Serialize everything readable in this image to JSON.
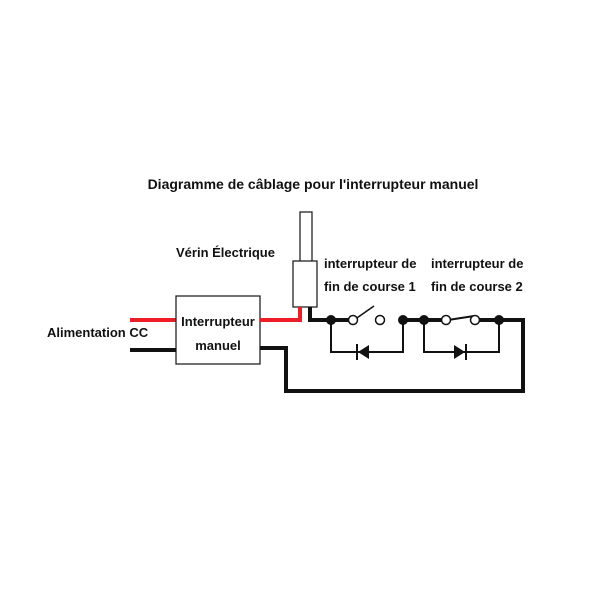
{
  "title": "Diagramme de câblage pour l'interrupteur manuel",
  "labels": {
    "actuator": "Vérin Électrique",
    "power": "Alimentation CC",
    "switch_line1": "Interrupteur",
    "switch_line2": "manuel",
    "limit1_line1": "interrupteur de",
    "limit1_line2": "fin de course 1",
    "limit2_line1": "interrupteur de",
    "limit2_line2": "fin de course 2"
  },
  "colors": {
    "positive_wire": "#ee1c25",
    "negative_wire": "#111111",
    "line": "#111111",
    "background": "#ffffff"
  }
}
